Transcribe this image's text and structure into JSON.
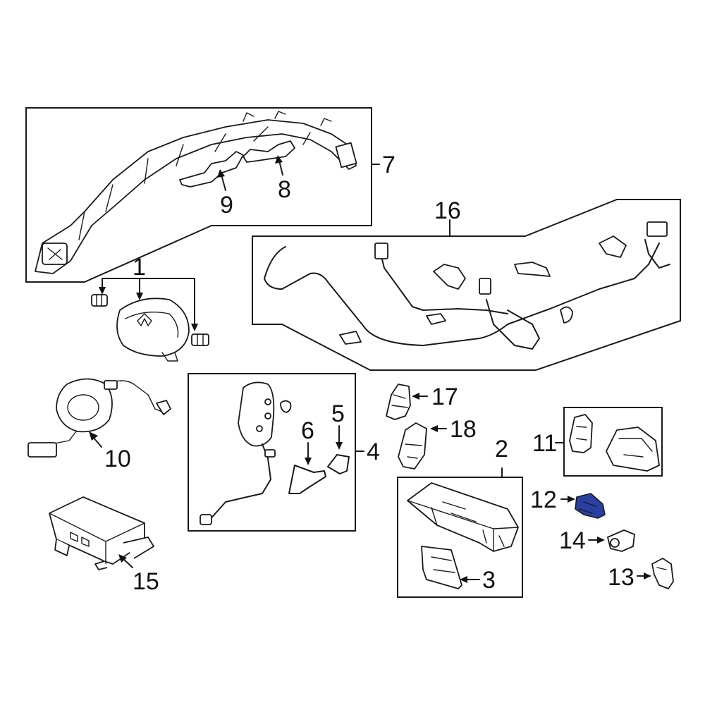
{
  "diagram": {
    "highlight_color": "#2a3fa0",
    "line_color": "#1a1a1a",
    "callouts": [
      {
        "id": "c1",
        "text": "1"
      },
      {
        "id": "c2",
        "text": "2"
      },
      {
        "id": "c3",
        "text": "3"
      },
      {
        "id": "c4",
        "text": "4"
      },
      {
        "id": "c5",
        "text": "5"
      },
      {
        "id": "c6",
        "text": "6"
      },
      {
        "id": "c7",
        "text": "7"
      },
      {
        "id": "c8",
        "text": "8"
      },
      {
        "id": "c9",
        "text": "9"
      },
      {
        "id": "c10",
        "text": "10"
      },
      {
        "id": "c11",
        "text": "11"
      },
      {
        "id": "c12",
        "text": "12"
      },
      {
        "id": "c13",
        "text": "13"
      },
      {
        "id": "c14",
        "text": "14"
      },
      {
        "id": "c15",
        "text": "15"
      },
      {
        "id": "c16",
        "text": "16"
      },
      {
        "id": "c17",
        "text": "17"
      },
      {
        "id": "c18",
        "text": "18"
      }
    ]
  }
}
